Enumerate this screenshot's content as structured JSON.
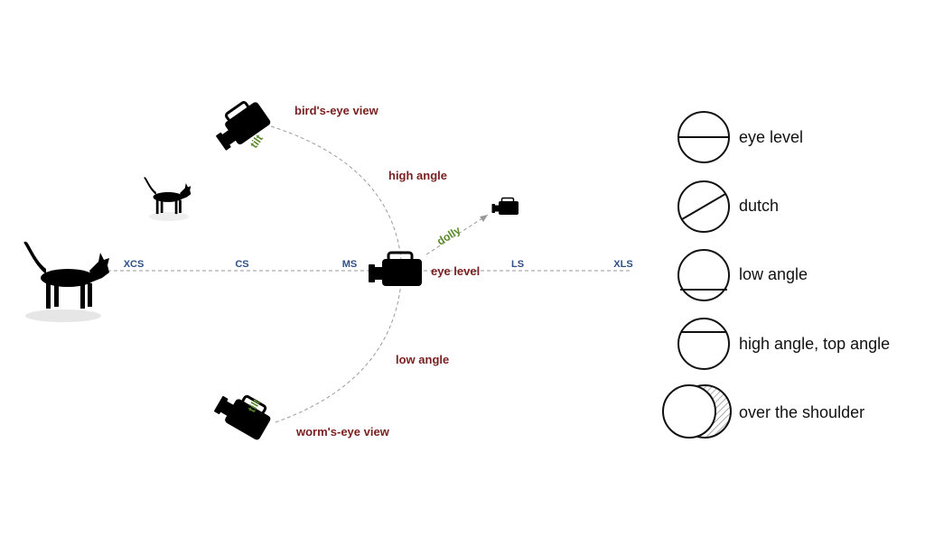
{
  "colors": {
    "angle_label": "#7a1f1f",
    "shot_label": "#2f4f86",
    "move_label": "#5a8a2a",
    "guide_line": "#9a9a9a",
    "silhouette": "#000000"
  },
  "shot_sizes": [
    "XCS",
    "CS",
    "MS",
    "LS",
    "XLS"
  ],
  "angles": {
    "birds_eye": "bird's-eye view",
    "high": "high angle",
    "eye_level": "eye level",
    "low": "low angle",
    "worms_eye": "worm's-eye view"
  },
  "movements": {
    "tilt_top": "tilt",
    "tilt_bottom": "tilt",
    "dolly": "dolly"
  },
  "legend": [
    {
      "icon": "eye-level-frame-icon",
      "label": "eye level"
    },
    {
      "icon": "dutch-frame-icon",
      "label": "dutch"
    },
    {
      "icon": "low-angle-frame-icon",
      "label": "low angle"
    },
    {
      "icon": "high-angle-frame-icon",
      "label": "high angle, top angle"
    },
    {
      "icon": "over-the-shoulder-frame-icon",
      "label": "over the shoulder"
    }
  ]
}
